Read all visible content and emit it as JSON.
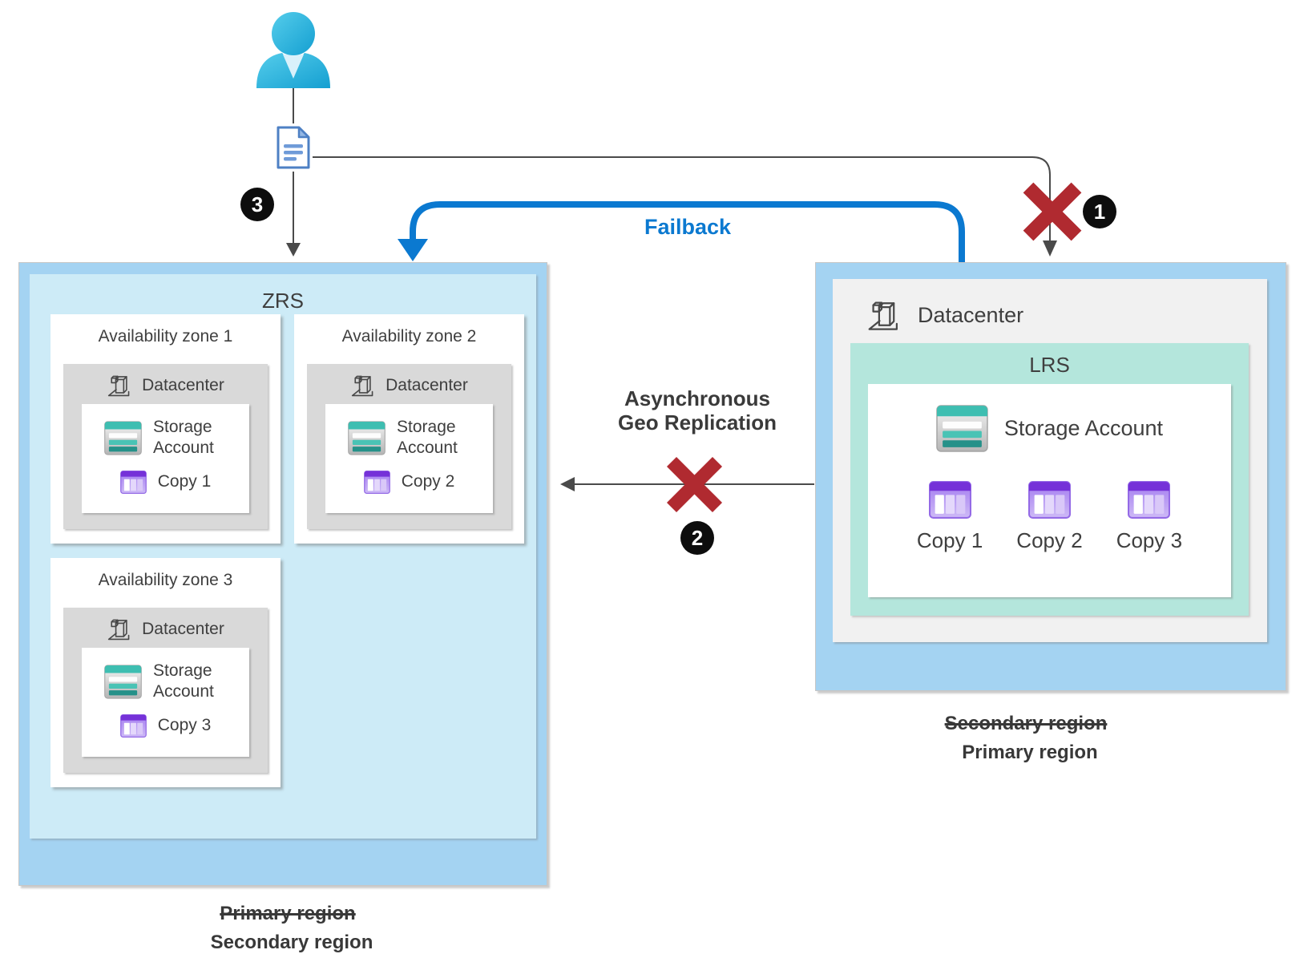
{
  "labels": {
    "failback": "Failback",
    "async_line1": "Asynchronous",
    "async_line2": "Geo Replication"
  },
  "badges": {
    "step1": "1",
    "step2": "2",
    "step3": "3"
  },
  "left_region": {
    "title": "ZRS",
    "zones": [
      {
        "title": "Availability zone 1",
        "datacenter": "Datacenter",
        "storage": "Storage Account",
        "copy": "Copy 1"
      },
      {
        "title": "Availability zone 2",
        "datacenter": "Datacenter",
        "storage": "Storage Account",
        "copy": "Copy 2"
      },
      {
        "title": "Availability zone 3",
        "datacenter": "Datacenter",
        "storage": "Storage Account",
        "copy": "Copy 3"
      }
    ],
    "old_label": "Primary region",
    "new_label": "Secondary region"
  },
  "right_region": {
    "datacenter": "Datacenter",
    "title": "LRS",
    "storage": "Storage Account",
    "copies": [
      "Copy 1",
      "Copy 2",
      "Copy 3"
    ],
    "old_label": "Secondary region",
    "new_label": "Primary region"
  },
  "icons": [
    "user-icon",
    "document-icon",
    "datacenter-icon",
    "storage-account-icon",
    "copy-table-icon",
    "failure-cross-icon",
    "step-badge"
  ],
  "colors": {
    "region_blue": "#a4d3f2",
    "zrs_cyan": "#cdebf7",
    "lrs_teal": "#b4e6dc",
    "datacenter_gray": "#d9d9d9",
    "panel_gray": "#f1f1f1",
    "azure_blue": "#0b79d0",
    "error_red": "#b02a30",
    "badge_black": "#0d0d0d",
    "text_dark": "#3f3f3f"
  }
}
